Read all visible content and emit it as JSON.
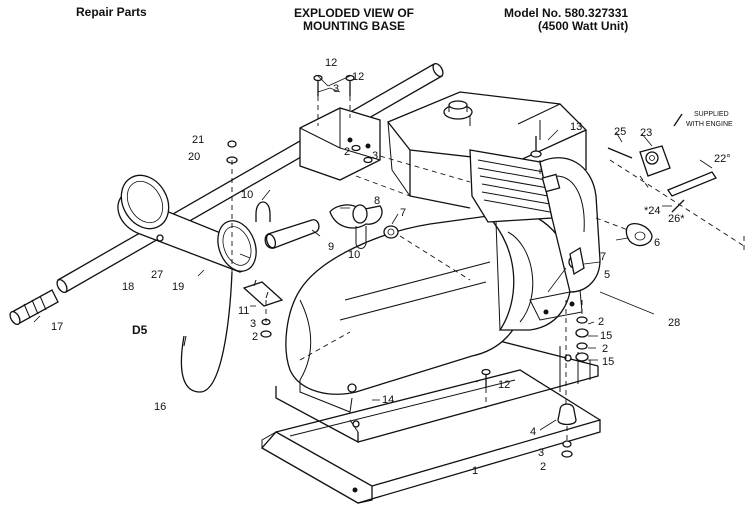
{
  "header": {
    "left": "Repair Parts",
    "center_line1": "EXPLODED VIEW OF",
    "center_line2": "MOUNTING BASE",
    "model": "Model No. 580.327331",
    "unit": "(4500 Watt Unit)"
  },
  "notes": {
    "supplied_line1": "SUPPLIED",
    "supplied_line2": "WITH ENGINE"
  },
  "figure_id": "D5",
  "callouts": {
    "c1": "1",
    "c2a": "2",
    "c2b": "2",
    "c2c": "2",
    "c2d": "2",
    "c2e": "2",
    "c3a": "3",
    "c3b": "3",
    "c3c": "3",
    "c3d": "3",
    "c4": "4",
    "c5": "5",
    "c6": "6",
    "c7a": "7",
    "c7b": "7",
    "c8": "8",
    "c9": "9",
    "c10a": "10",
    "c10b": "10",
    "c11": "11",
    "c12a": "12",
    "c12b": "12",
    "c12c": "12",
    "c13": "13",
    "c14": "14",
    "c15a": "15",
    "c15b": "15",
    "c16": "16",
    "c17": "17",
    "c18": "18",
    "c19": "19",
    "c20": "20",
    "c21": "21",
    "c22": "22°",
    "c23": "23",
    "c24": "*24",
    "c25": "25",
    "c26": "26*",
    "c27": "27",
    "c28": "28"
  }
}
